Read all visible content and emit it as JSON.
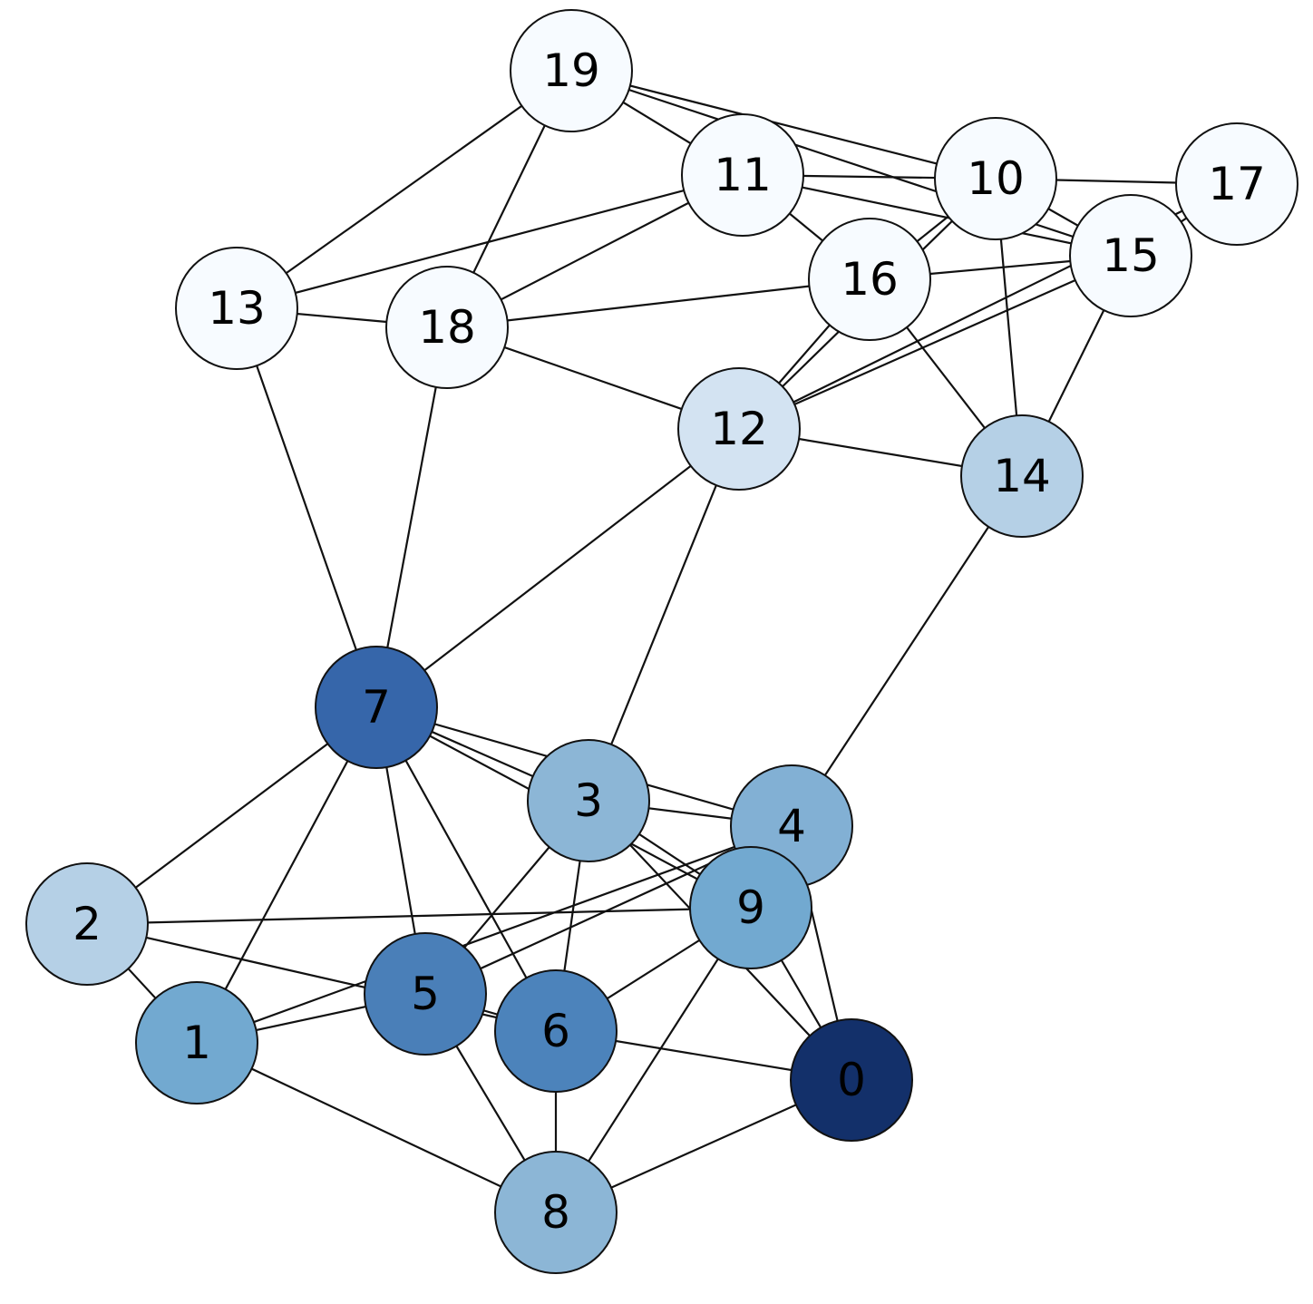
{
  "graph": {
    "node_colors": {
      "white": "#f7fbff",
      "very-light-blue": "#d3e3f2",
      "light-blue": "#b5d0e6",
      "mid-light-blue": "#8cb6d6",
      "mid-blue": "#72a9d0",
      "blue": "#4c83bb",
      "deep-blue": "#3666aa",
      "navy": "#13306a"
    },
    "edge_color": "#111111",
    "nodes": [
      {
        "id": "0",
        "label": "0",
        "color": "#13306a"
      },
      {
        "id": "1",
        "label": "1",
        "color": "#72a9d0"
      },
      {
        "id": "2",
        "label": "2",
        "color": "#b5d0e6"
      },
      {
        "id": "3",
        "label": "3",
        "color": "#8cb6d6"
      },
      {
        "id": "4",
        "label": "4",
        "color": "#82b0d4"
      },
      {
        "id": "5",
        "label": "5",
        "color": "#4a7fb8"
      },
      {
        "id": "6",
        "label": "6",
        "color": "#4c83bb"
      },
      {
        "id": "7",
        "label": "7",
        "color": "#3666aa"
      },
      {
        "id": "8",
        "label": "8",
        "color": "#8cb6d6"
      },
      {
        "id": "9",
        "label": "9",
        "color": "#72a9d0"
      },
      {
        "id": "10",
        "label": "10",
        "color": "#f7fbff"
      },
      {
        "id": "11",
        "label": "11",
        "color": "#f7fbff"
      },
      {
        "id": "12",
        "label": "12",
        "color": "#d3e3f2"
      },
      {
        "id": "13",
        "label": "13",
        "color": "#f7fbff"
      },
      {
        "id": "14",
        "label": "14",
        "color": "#b5d0e6"
      },
      {
        "id": "15",
        "label": "15",
        "color": "#f7fbff"
      },
      {
        "id": "16",
        "label": "16",
        "color": "#f7fbff"
      },
      {
        "id": "17",
        "label": "17",
        "color": "#f7fbff"
      },
      {
        "id": "18",
        "label": "18",
        "color": "#f7fbff"
      },
      {
        "id": "19",
        "label": "19",
        "color": "#f7fbff"
      }
    ],
    "edges": [
      [
        "19",
        "13"
      ],
      [
        "19",
        "18"
      ],
      [
        "19",
        "11"
      ],
      [
        "19",
        "10"
      ],
      [
        "19",
        "15"
      ],
      [
        "11",
        "10"
      ],
      [
        "11",
        "16"
      ],
      [
        "11",
        "15"
      ],
      [
        "11",
        "13"
      ],
      [
        "11",
        "18"
      ],
      [
        "10",
        "17"
      ],
      [
        "10",
        "16"
      ],
      [
        "10",
        "15"
      ],
      [
        "10",
        "14"
      ],
      [
        "10",
        "12"
      ],
      [
        "17",
        "15"
      ],
      [
        "17",
        "12"
      ],
      [
        "15",
        "16"
      ],
      [
        "15",
        "14"
      ],
      [
        "15",
        "12"
      ],
      [
        "16",
        "18"
      ],
      [
        "16",
        "14"
      ],
      [
        "16",
        "12"
      ],
      [
        "13",
        "18"
      ],
      [
        "13",
        "7"
      ],
      [
        "18",
        "12"
      ],
      [
        "18",
        "7"
      ],
      [
        "12",
        "14"
      ],
      [
        "12",
        "7"
      ],
      [
        "12",
        "3"
      ],
      [
        "14",
        "4"
      ],
      [
        "7",
        "3"
      ],
      [
        "7",
        "4"
      ],
      [
        "7",
        "2"
      ],
      [
        "7",
        "1"
      ],
      [
        "7",
        "5"
      ],
      [
        "7",
        "6"
      ],
      [
        "7",
        "9"
      ],
      [
        "3",
        "4"
      ],
      [
        "3",
        "9"
      ],
      [
        "3",
        "5"
      ],
      [
        "3",
        "6"
      ],
      [
        "3",
        "0"
      ],
      [
        "4",
        "5"
      ],
      [
        "4",
        "1"
      ],
      [
        "4",
        "9"
      ],
      [
        "4",
        "0"
      ],
      [
        "9",
        "2"
      ],
      [
        "9",
        "6"
      ],
      [
        "9",
        "8"
      ],
      [
        "9",
        "0"
      ],
      [
        "2",
        "1"
      ],
      [
        "2",
        "6"
      ],
      [
        "1",
        "5"
      ],
      [
        "1",
        "8"
      ],
      [
        "5",
        "6"
      ],
      [
        "5",
        "8"
      ],
      [
        "6",
        "0"
      ],
      [
        "6",
        "8"
      ],
      [
        "8",
        "0"
      ]
    ]
  }
}
